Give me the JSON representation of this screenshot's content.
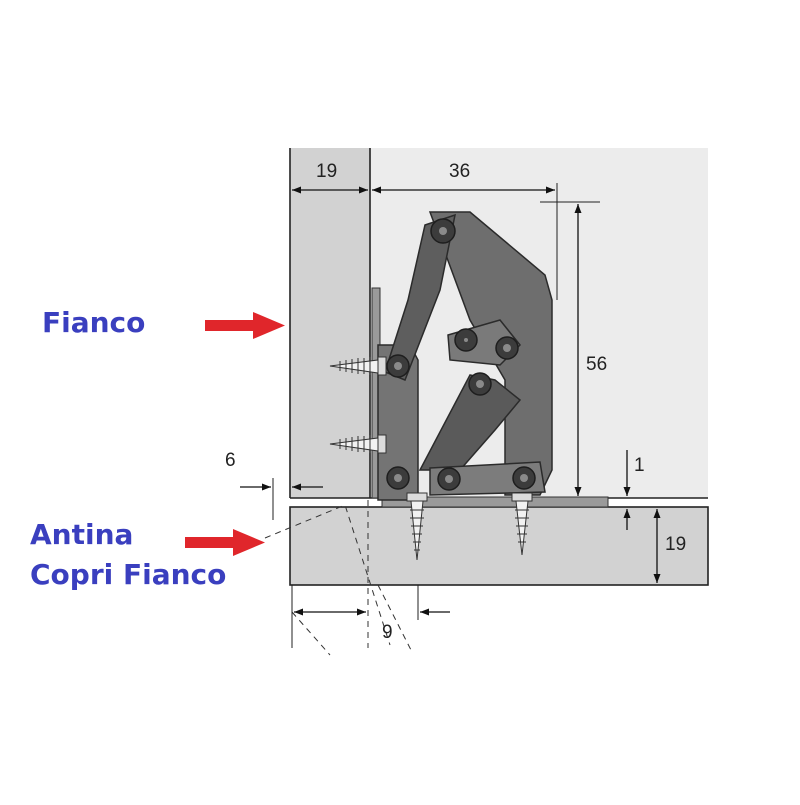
{
  "labels": {
    "fianco": "Fianco",
    "antina": "Antina",
    "copri_fianco": "Copri Fianco"
  },
  "dimensions": {
    "side_thickness": "19",
    "hinge_width": "36",
    "hinge_height": "56",
    "gap": "1",
    "door_thickness": "19",
    "offset": "6",
    "swing": "9"
  },
  "colors": {
    "label_text": "#3a3fbf",
    "arrow": "#e0262b",
    "panel": "#d2d2d2",
    "background_panel": "#ececec",
    "hinge": "#6a6a6a",
    "hinge_dark": "#3c3c3c"
  }
}
